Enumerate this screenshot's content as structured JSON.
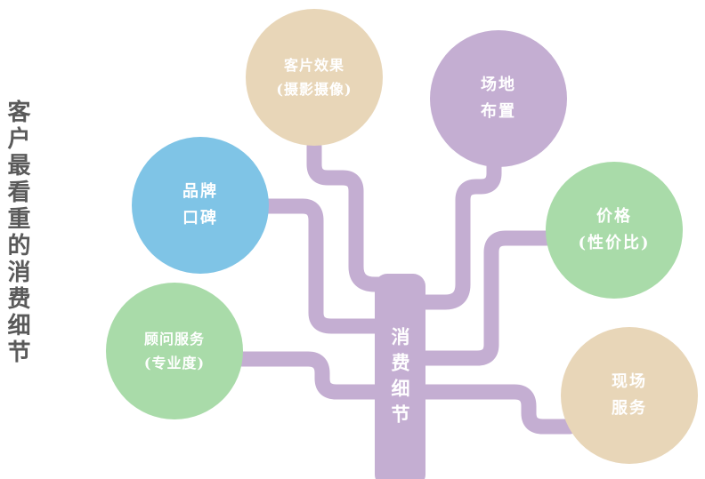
{
  "side_title": "客户最看重的消费细节",
  "trunk_label": "消费细节",
  "colors": {
    "branch": "#c4aed2",
    "beige": "#e8d6b8",
    "purple": "#c4aed2",
    "blue": "#7fc4e6",
    "green": "#a9dba9"
  },
  "nodes": [
    {
      "id": "customer-effect",
      "line1": "客片效果",
      "line2": "(摄影摄像)",
      "color": "beige"
    },
    {
      "id": "venue-setup",
      "line1": "场地",
      "line2": "布置",
      "color": "purple"
    },
    {
      "id": "brand-reputation",
      "line1": "品牌",
      "line2": "口碑",
      "color": "blue"
    },
    {
      "id": "price",
      "line1": "价格",
      "line2": "(性价比)",
      "color": "green"
    },
    {
      "id": "consultant-service",
      "line1": "顾问服务",
      "line2": "(专业度)",
      "color": "green"
    },
    {
      "id": "onsite-service",
      "line1": "现场",
      "line2": "服务",
      "color": "beige"
    }
  ]
}
